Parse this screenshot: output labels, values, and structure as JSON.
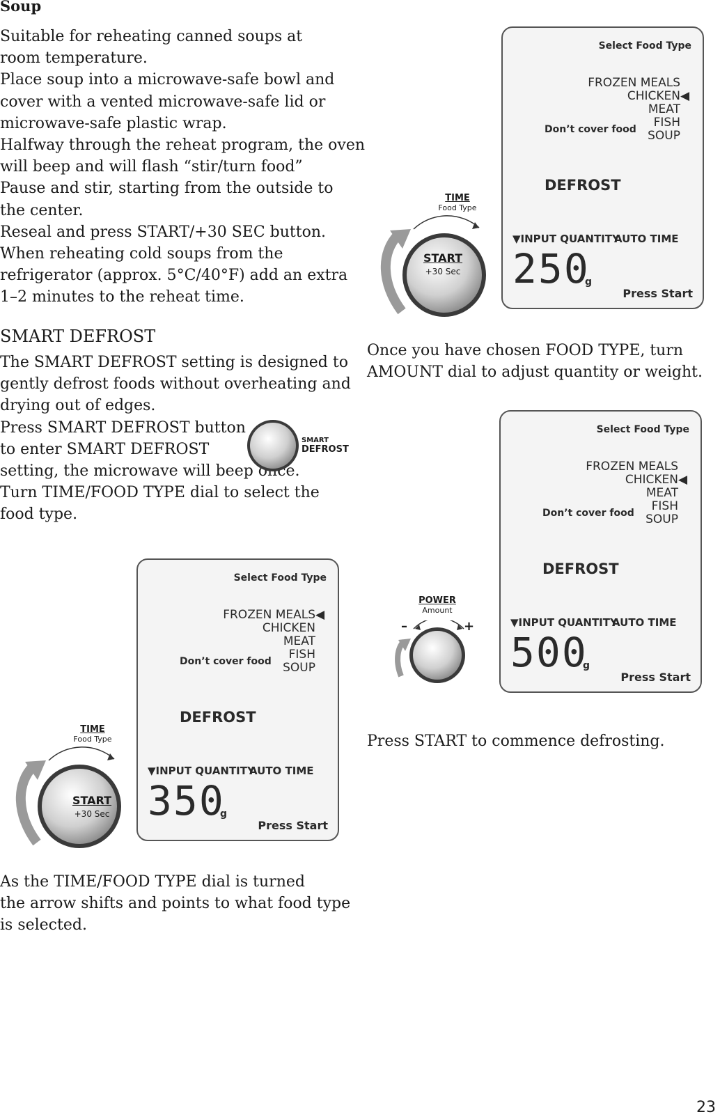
{
  "soup": {
    "heading": "Soup",
    "lines": [
      "Suitable for reheating canned soups at",
      "room temperature.",
      "Place soup into a microwave-safe bowl and",
      "cover with a vented microwave-safe lid or",
      "microwave-safe plastic wrap.",
      "Halfway through the reheat program, the oven",
      "will beep and will flash “stir/turn food”",
      "Pause and stir, starting from the outside to",
      "the center.",
      "Reseal and press START/+30 SEC button.",
      "When reheating cold soups from the",
      "refrigerator (approx. 5°C/40°F) add an extra",
      "1–2 minutes to the reheat time."
    ]
  },
  "smart_defrost": {
    "heading": "SMART DEFROST",
    "intro_lines": [
      "The SMART DEFROST setting is designed to",
      "gently defrost foods without overheating and",
      "drying out of edges."
    ],
    "press_lines": [
      "Press SMART DEFROST button",
      "to enter SMART DEFROST",
      "setting, the microwave will beep once.",
      "Turn TIME/FOOD TYPE dial to select the",
      "food type."
    ],
    "button_label_1": "SMART",
    "button_label_2": "DEFROST"
  },
  "caption_left": [
    "As the TIME/FOOD TYPE dial is turned",
    "the arrow shifts and points to what food type",
    "is selected."
  ],
  "caption_right_1": [
    "Once you have chosen FOOD TYPE, turn",
    "AMOUNT dial to adjust quantity or weight."
  ],
  "caption_right_2": "Press START to commence defrosting.",
  "display": {
    "select_food_type": "Select Food Type",
    "menu": [
      "FROZEN MEALS",
      "CHICKEN",
      "MEAT",
      "FISH",
      "SOUP"
    ],
    "dont_cover": "Don’t cover food",
    "defrost": "DEFROST",
    "input_quantity": "INPUT QUANTITY",
    "auto_time": "AUTO TIME",
    "unit": "g",
    "press_start": "Press Start",
    "panel_1_qty": "350",
    "panel_2_qty": "250",
    "panel_3_qty": "500",
    "arrow_glyph": "◀",
    "tri_glyph": "▼"
  },
  "dials": {
    "time_label": "TIME",
    "food_type_label": "Food Type",
    "start_label": "START",
    "plus30_label": "+30 Sec",
    "power_label": "POWER",
    "amount_label": "Amount",
    "minus": "–",
    "plus": "+"
  },
  "page_number": "23"
}
